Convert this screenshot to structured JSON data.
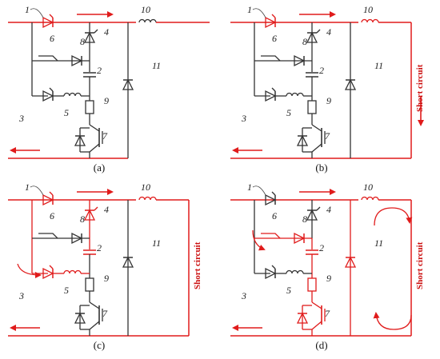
{
  "colors": {
    "wire": "#333333",
    "active": "#e01b1b",
    "text": "#222222"
  },
  "component_labels": [
    "1",
    "2",
    "3",
    "4",
    "5",
    "6",
    "7",
    "8",
    "9",
    "10",
    "11"
  ],
  "panels": [
    {
      "caption": "(a)",
      "side_label": "",
      "highlight": [
        "top",
        "bottom",
        "thy1"
      ]
    },
    {
      "caption": "(b)",
      "side_label": "Short circuit",
      "highlight": [
        "top",
        "bottom",
        "thy1",
        "ind10",
        "right",
        "sc_arrow"
      ]
    },
    {
      "caption": "(c)",
      "side_label": "Short circuit",
      "highlight": [
        "top",
        "bottom",
        "thy1",
        "ind10",
        "right",
        "thy4",
        "thy3",
        "ind5",
        "cap2",
        "left_top",
        "curved_in"
      ]
    },
    {
      "caption": "(d)",
      "side_label": "Short circuit",
      "highlight": [
        "top",
        "bottom",
        "ind10",
        "right",
        "sw6",
        "d8",
        "cap2",
        "res9",
        "igbt7",
        "d11",
        "curved_6",
        "loop_arrows"
      ]
    }
  ]
}
